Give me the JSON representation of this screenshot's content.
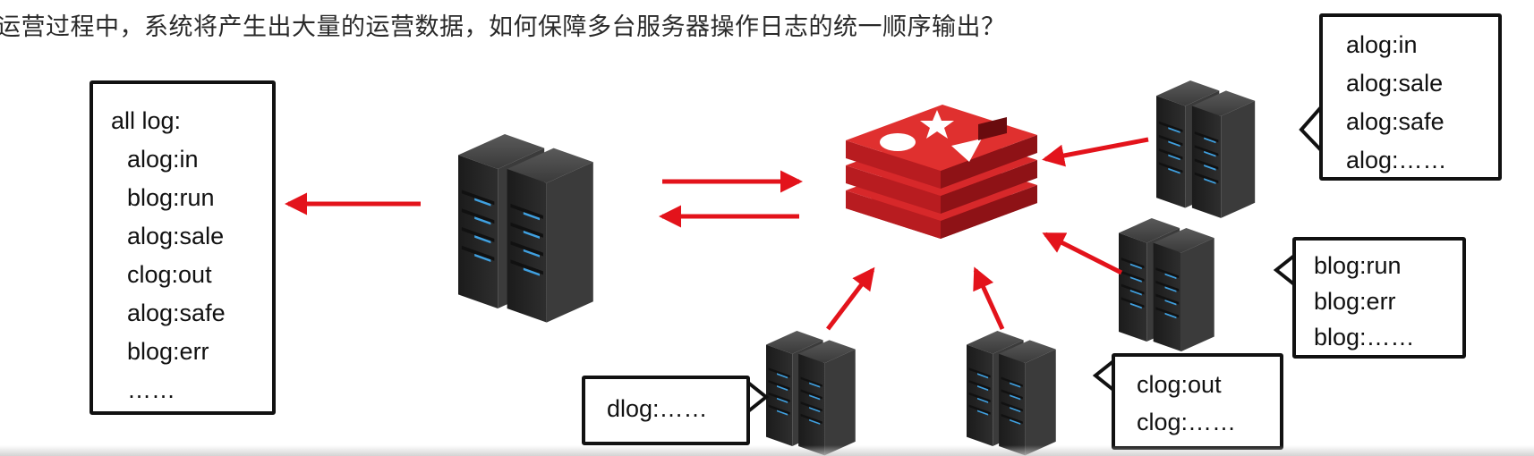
{
  "heading": "运营过程中，系统将产生出大量的运营数据，如何保障多台服务器操作日志的统一顺序输出？",
  "all_log": {
    "title": "all log:",
    "entries": [
      "alog:in",
      "blog:run",
      "alog:sale",
      "clog:out",
      "alog:safe",
      "blog:err",
      "……"
    ]
  },
  "server_a_log": [
    "alog:in",
    "alog:sale",
    "alog:safe",
    "alog:……"
  ],
  "server_b_log": [
    "blog:run",
    "blog:err",
    "blog:……"
  ],
  "server_c_log": [
    "clog:out",
    "clog:……"
  ],
  "server_d_log": [
    "dlog:……"
  ],
  "colors": {
    "arrow": "#e3131b",
    "redis": "#d7282a",
    "server": "#2b2b2b",
    "server_light": "#3fa0e0"
  }
}
